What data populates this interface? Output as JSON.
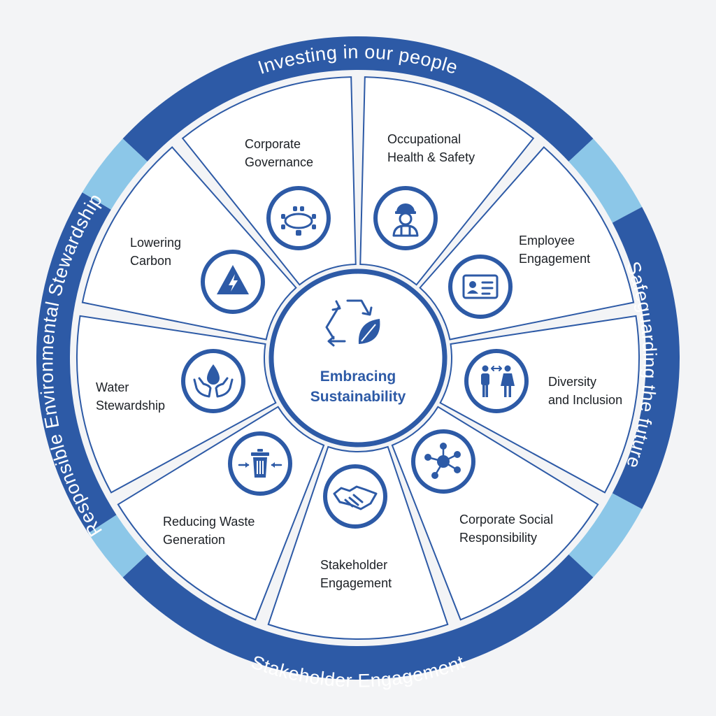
{
  "center": {
    "line1": "Embracing",
    "line2": "Sustainability",
    "icon": "recycle-leaf-icon"
  },
  "ring": {
    "top": "Investing in our people",
    "right": "Safeguarding the future",
    "bottom": "Stakeholder Engagement",
    "left": "Responsible Environmental Stewardship"
  },
  "segments": [
    {
      "id": "corporate-governance",
      "line1": "Corporate",
      "line2": "Governance",
      "icon": "boardroom-icon"
    },
    {
      "id": "occupational-health-safety",
      "line1": "Occupational",
      "line2": "Health & Safety",
      "icon": "hard-hat-worker-icon"
    },
    {
      "id": "employee-engagement",
      "line1": "Employee",
      "line2": "Engagement",
      "icon": "id-badge-icon"
    },
    {
      "id": "diversity-inclusion",
      "line1": "Diversity",
      "line2": "and Inclusion",
      "icon": "man-woman-icon"
    },
    {
      "id": "corporate-social-responsibility",
      "line1": "Corporate Social",
      "line2": "Responsibility",
      "icon": "network-icon"
    },
    {
      "id": "stakeholder-engagement",
      "line1": "Stakeholder",
      "line2": "Engagement",
      "icon": "handshake-icon"
    },
    {
      "id": "reducing-waste",
      "line1": "Reducing Waste",
      "line2": "Generation",
      "icon": "trash-can-icon"
    },
    {
      "id": "water-stewardship",
      "line1": "Water",
      "line2": "Stewardship",
      "icon": "hands-water-drop-icon"
    },
    {
      "id": "lowering-carbon",
      "line1": "Lowering",
      "line2": "Carbon",
      "icon": "warning-lightning-icon"
    }
  ],
  "colors": {
    "primary": "#2d5aa6",
    "light": "#8cc7e8",
    "background": "#f3f4f6",
    "text": "#1b1f24"
  }
}
